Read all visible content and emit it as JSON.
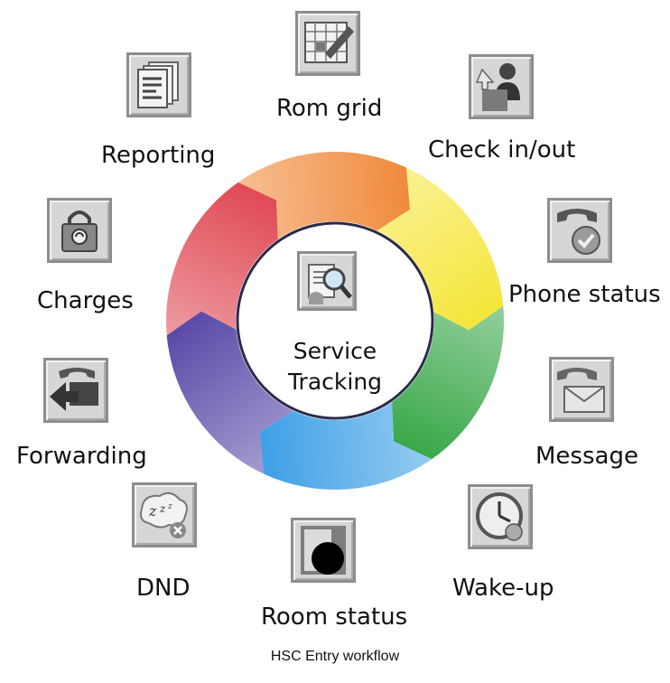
{
  "center": {
    "line1": "Service",
    "line2": "Tracking",
    "icon": "magnifier-document-icon"
  },
  "items": [
    {
      "label": "Rom grid",
      "icon": "room-grid-icon"
    },
    {
      "label": "Check in/out",
      "icon": "check-in-out-icon"
    },
    {
      "label": "Phone status",
      "icon": "phone-status-icon"
    },
    {
      "label": "Message",
      "icon": "message-icon"
    },
    {
      "label": "Wake-up",
      "icon": "clock-icon"
    },
    {
      "label": "Room status",
      "icon": "room-status-icon"
    },
    {
      "label": "DND",
      "icon": "dnd-icon"
    },
    {
      "label": "Forwarding",
      "icon": "forwarding-icon"
    },
    {
      "label": "Charges",
      "icon": "charges-icon"
    },
    {
      "label": "Reporting",
      "icon": "reporting-icon"
    }
  ],
  "ring_colors": [
    "#f08a3c",
    "#f5e63a",
    "#3aa84a",
    "#3ea0e6",
    "#5a4aa8",
    "#e04a55"
  ],
  "caption": "HSC Entry workflow"
}
